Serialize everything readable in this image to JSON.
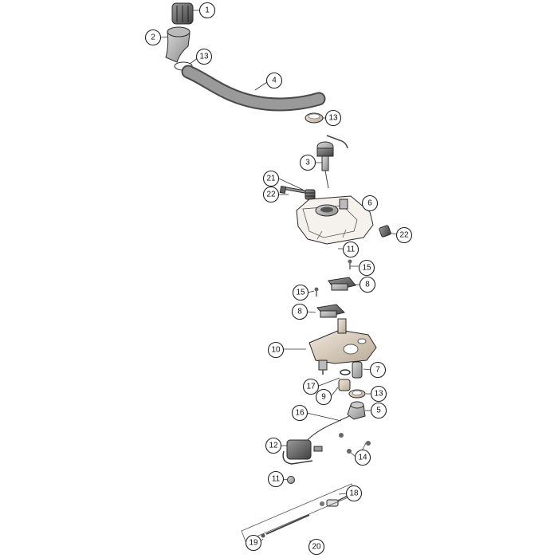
{
  "diagram": {
    "part_numbers": [
      "1",
      "2",
      "13",
      "4",
      "13",
      "3",
      "21",
      "22",
      "6",
      "22",
      "11",
      "15",
      "15",
      "8",
      "8",
      "10",
      "7",
      "17",
      "9",
      "13",
      "16",
      "5",
      "12",
      "14",
      "11",
      "18",
      "19",
      "20"
    ]
  }
}
